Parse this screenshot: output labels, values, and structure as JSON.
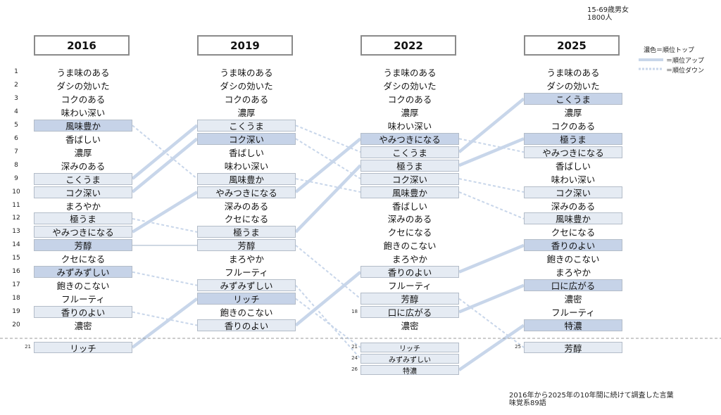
{
  "sample": {
    "line1": "15-69歳男女",
    "line2": "1800人"
  },
  "legend": {
    "dark": "濃色＝順位トップ",
    "up": "＝順位アップ",
    "down": "＝順位ダウン"
  },
  "footnote": {
    "line1": "2016年から2025年の10年間に続けて調査した言葉",
    "line2": "味覚系89語"
  },
  "colors": {
    "dark": "#c6d3e8",
    "light": "#e5ebf3",
    "up_line": "#c8d6ea",
    "down_line": "#c8d6ea",
    "divider": "#999999"
  },
  "chart_data": {
    "type": "table",
    "years": [
      "2016",
      "2019",
      "2022",
      "2025"
    ],
    "ranks": [
      "1",
      "2",
      "3",
      "4",
      "5",
      "6",
      "7",
      "8",
      "9",
      "10",
      "11",
      "12",
      "13",
      "14",
      "15",
      "16",
      "17",
      "18",
      "19",
      "20"
    ],
    "columns": [
      {
        "year": "2016",
        "items": [
          {
            "rank": 1,
            "word": "うま味のある"
          },
          {
            "rank": 2,
            "word": "ダシの効いた"
          },
          {
            "rank": 3,
            "word": "コクのある"
          },
          {
            "rank": 4,
            "word": "味わい深い"
          },
          {
            "rank": 5,
            "word": "風味豊か",
            "style": "dark"
          },
          {
            "rank": 6,
            "word": "香ばしい"
          },
          {
            "rank": 7,
            "word": "濃厚"
          },
          {
            "rank": 8,
            "word": "深みのある"
          },
          {
            "rank": 9,
            "word": "こくうま",
            "style": "light"
          },
          {
            "rank": 10,
            "word": "コク深い",
            "style": "light"
          },
          {
            "rank": 11,
            "word": "まろやか"
          },
          {
            "rank": 12,
            "word": "極うま",
            "style": "light"
          },
          {
            "rank": 13,
            "word": "やみつきになる",
            "style": "light"
          },
          {
            "rank": 14,
            "word": "芳醇",
            "style": "dark"
          },
          {
            "rank": 15,
            "word": "クセになる"
          },
          {
            "rank": 16,
            "word": "みずみずしい",
            "style": "dark"
          },
          {
            "rank": 17,
            "word": "飽きのこない"
          },
          {
            "rank": 18,
            "word": "フルーティ"
          },
          {
            "rank": 19,
            "word": "香りのよい",
            "style": "light"
          },
          {
            "rank": 20,
            "word": "濃密"
          }
        ],
        "extra": [
          {
            "rank": 21,
            "label": "21",
            "word": "リッチ",
            "style": "light"
          }
        ]
      },
      {
        "year": "2019",
        "items": [
          {
            "rank": 1,
            "word": "うま味のある"
          },
          {
            "rank": 2,
            "word": "ダシの効いた"
          },
          {
            "rank": 3,
            "word": "コクのある"
          },
          {
            "rank": 4,
            "word": "濃厚"
          },
          {
            "rank": 5,
            "word": "こくうま",
            "style": "light"
          },
          {
            "rank": 6,
            "word": "コク深い",
            "style": "dark"
          },
          {
            "rank": 7,
            "word": "香ばしい"
          },
          {
            "rank": 8,
            "word": "味わい深い"
          },
          {
            "rank": 9,
            "word": "風味豊か",
            "style": "light"
          },
          {
            "rank": 10,
            "word": "やみつきになる",
            "style": "light"
          },
          {
            "rank": 11,
            "word": "深みのある"
          },
          {
            "rank": 12,
            "word": "クセになる"
          },
          {
            "rank": 13,
            "word": "極うま",
            "style": "light"
          },
          {
            "rank": 14,
            "word": "芳醇",
            "style": "light"
          },
          {
            "rank": 15,
            "word": "まろやか"
          },
          {
            "rank": 16,
            "word": "フルーティ"
          },
          {
            "rank": 17,
            "word": "みずみずしい",
            "style": "light"
          },
          {
            "rank": 18,
            "word": "リッチ",
            "style": "dark"
          },
          {
            "rank": 19,
            "word": "飽きのこない"
          },
          {
            "rank": 20,
            "word": "香りのよい",
            "style": "light"
          }
        ],
        "extra": []
      },
      {
        "year": "2022",
        "items": [
          {
            "rank": 1,
            "word": "うま味のある"
          },
          {
            "rank": 2,
            "word": "ダシの効いた"
          },
          {
            "rank": 3,
            "word": "コクのある"
          },
          {
            "rank": 4,
            "word": "濃厚"
          },
          {
            "rank": 5,
            "word": "味わい深い"
          },
          {
            "rank": 6,
            "word": "やみつきになる",
            "style": "dark"
          },
          {
            "rank": 7,
            "word": "こくうま",
            "style": "light"
          },
          {
            "rank": 8,
            "word": "極うま",
            "style": "light"
          },
          {
            "rank": 9,
            "word": "コク深い",
            "style": "light"
          },
          {
            "rank": 10,
            "word": "風味豊か",
            "style": "light"
          },
          {
            "rank": 11,
            "word": "香ばしい"
          },
          {
            "rank": 12,
            "word": "深みのある"
          },
          {
            "rank": 13,
            "word": "クセになる"
          },
          {
            "rank": 14,
            "word": "飽きのこない"
          },
          {
            "rank": 15,
            "word": "まろやか"
          },
          {
            "rank": 16,
            "word": "香りのよい",
            "style": "light"
          },
          {
            "rank": 17,
            "word": "フルーティ"
          },
          {
            "rank": 18,
            "word": "芳醇",
            "style": "light"
          },
          {
            "rank": 19,
            "word": "口に広がる",
            "style": "light",
            "label": "18"
          },
          {
            "rank": 20,
            "word": "濃密"
          }
        ],
        "extra": [
          {
            "rank": 21,
            "label": "21",
            "word": "リッチ",
            "style": "light"
          },
          {
            "rank": 22,
            "label": "24",
            "word": "みずみずしい",
            "style": "light"
          },
          {
            "rank": 23,
            "label": "26",
            "word": "特濃",
            "style": "light"
          }
        ]
      },
      {
        "year": "2025",
        "items": [
          {
            "rank": 1,
            "word": "うま味のある"
          },
          {
            "rank": 2,
            "word": "ダシの効いた"
          },
          {
            "rank": 3,
            "word": "こくうま",
            "style": "dark"
          },
          {
            "rank": 4,
            "word": "濃厚"
          },
          {
            "rank": 5,
            "word": "コクのある"
          },
          {
            "rank": 6,
            "word": "極うま",
            "style": "dark"
          },
          {
            "rank": 7,
            "word": "やみつきになる",
            "style": "light"
          },
          {
            "rank": 8,
            "word": "香ばしい"
          },
          {
            "rank": 9,
            "word": "味わい深い"
          },
          {
            "rank": 10,
            "word": "コク深い",
            "style": "light"
          },
          {
            "rank": 11,
            "word": "深みのある"
          },
          {
            "rank": 12,
            "word": "風味豊か",
            "style": "light"
          },
          {
            "rank": 13,
            "word": "クセになる"
          },
          {
            "rank": 14,
            "word": "香りのよい",
            "style": "dark"
          },
          {
            "rank": 15,
            "word": "飽きのこない"
          },
          {
            "rank": 16,
            "word": "まろやか"
          },
          {
            "rank": 17,
            "word": "口に広がる",
            "style": "dark"
          },
          {
            "rank": 18,
            "word": "濃密"
          },
          {
            "rank": 19,
            "word": "フルーティ"
          },
          {
            "rank": 20,
            "word": "特濃",
            "style": "dark"
          }
        ],
        "extra": [
          {
            "rank": 21,
            "label": "25",
            "word": "芳醇",
            "style": "light"
          }
        ]
      }
    ],
    "connections": [
      {
        "from_col": 0,
        "from_rank": 5,
        "to_col": 1,
        "to_rank": 9,
        "dir": "down"
      },
      {
        "from_col": 0,
        "from_rank": 9,
        "to_col": 1,
        "to_rank": 5,
        "dir": "up"
      },
      {
        "from_col": 0,
        "from_rank": 10,
        "to_col": 1,
        "to_rank": 6,
        "dir": "up"
      },
      {
        "from_col": 0,
        "from_rank": 12,
        "to_col": 1,
        "to_rank": 13,
        "dir": "down"
      },
      {
        "from_col": 0,
        "from_rank": 13,
        "to_col": 1,
        "to_rank": 10,
        "dir": "up"
      },
      {
        "from_col": 0,
        "from_rank": 14,
        "to_col": 1,
        "to_rank": 14,
        "dir": "same"
      },
      {
        "from_col": 0,
        "from_rank": 16,
        "to_col": 1,
        "to_rank": 17,
        "dir": "down"
      },
      {
        "from_col": 0,
        "from_rank": 19,
        "to_col": 1,
        "to_rank": 20,
        "dir": "down"
      },
      {
        "from_col": 0,
        "from_rank": 21,
        "to_col": 1,
        "to_rank": 18,
        "dir": "up"
      },
      {
        "from_col": 1,
        "from_rank": 5,
        "to_col": 2,
        "to_rank": 7,
        "dir": "down"
      },
      {
        "from_col": 1,
        "from_rank": 6,
        "to_col": 2,
        "to_rank": 9,
        "dir": "down"
      },
      {
        "from_col": 1,
        "from_rank": 9,
        "to_col": 2,
        "to_rank": 10,
        "dir": "down"
      },
      {
        "from_col": 1,
        "from_rank": 10,
        "to_col": 2,
        "to_rank": 6,
        "dir": "up"
      },
      {
        "from_col": 1,
        "from_rank": 13,
        "to_col": 2,
        "to_rank": 8,
        "dir": "up"
      },
      {
        "from_col": 1,
        "from_rank": 14,
        "to_col": 2,
        "to_rank": 18,
        "dir": "down"
      },
      {
        "from_col": 1,
        "from_rank": 17,
        "to_col": 2,
        "to_rank": 22,
        "dir": "down"
      },
      {
        "from_col": 1,
        "from_rank": 18,
        "to_col": 2,
        "to_rank": 21,
        "dir": "down"
      },
      {
        "from_col": 1,
        "from_rank": 20,
        "to_col": 2,
        "to_rank": 16,
        "dir": "up"
      },
      {
        "from_col": 2,
        "from_rank": 6,
        "to_col": 3,
        "to_rank": 7,
        "dir": "down"
      },
      {
        "from_col": 2,
        "from_rank": 7,
        "to_col": 3,
        "to_rank": 3,
        "dir": "up"
      },
      {
        "from_col": 2,
        "from_rank": 8,
        "to_col": 3,
        "to_rank": 6,
        "dir": "up"
      },
      {
        "from_col": 2,
        "from_rank": 9,
        "to_col": 3,
        "to_rank": 10,
        "dir": "down"
      },
      {
        "from_col": 2,
        "from_rank": 10,
        "to_col": 3,
        "to_rank": 12,
        "dir": "down"
      },
      {
        "from_col": 2,
        "from_rank": 16,
        "to_col": 3,
        "to_rank": 14,
        "dir": "up"
      },
      {
        "from_col": 2,
        "from_rank": 18,
        "to_col": 3,
        "to_rank": 21,
        "dir": "down"
      },
      {
        "from_col": 2,
        "from_rank": 19,
        "to_col": 3,
        "to_rank": 17,
        "dir": "up"
      },
      {
        "from_col": 2,
        "from_rank": 23,
        "to_col": 3,
        "to_rank": 20,
        "dir": "up"
      }
    ]
  }
}
